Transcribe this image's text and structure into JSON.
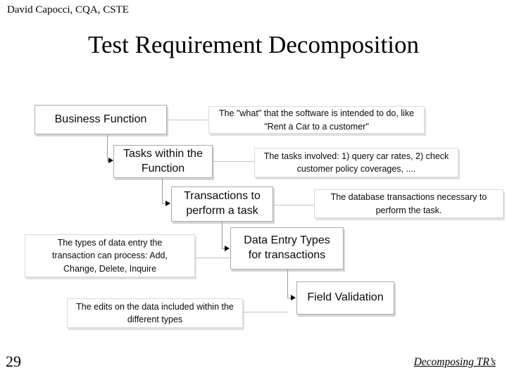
{
  "slide": {
    "header": "David Capocci, CQA, CSTE",
    "title": "Test Requirement Decomposition",
    "page_number": "29",
    "footer_link": "Decomposing TR’s"
  },
  "diagram": {
    "boxes": [
      {
        "id": "business-function",
        "label": "Business Function"
      },
      {
        "id": "tasks-within-function",
        "label": "Tasks within the Function"
      },
      {
        "id": "transactions-to-perform-task",
        "label": "Transactions to perform a task"
      },
      {
        "id": "data-entry-types",
        "label": "Data Entry Types for transactions"
      },
      {
        "id": "field-validation",
        "label": "Field Validation"
      }
    ],
    "annotations": [
      {
        "id": "what-note",
        "text": "The \"what\" that the software is intended to do, like \"Rent a Car to a customer\""
      },
      {
        "id": "tasks-note",
        "text": "The tasks involved: 1) query car rates, 2) check customer policy coverages, ...."
      },
      {
        "id": "db-note",
        "text": "The database transactions necessary to perform the task."
      },
      {
        "id": "types-note",
        "text": "The types of data entry the transaction can process: Add, Change, Delete, Inquire"
      },
      {
        "id": "edits-note",
        "text": "The edits on the data included within the different types"
      }
    ],
    "colors": {
      "background": "#ffffff",
      "box_border": "#ababab",
      "note_border": "#dadada",
      "shadow": "#d6d6d6",
      "connector": "#9a9a9a",
      "arrowhead": "#000000",
      "text": "#000000"
    }
  }
}
